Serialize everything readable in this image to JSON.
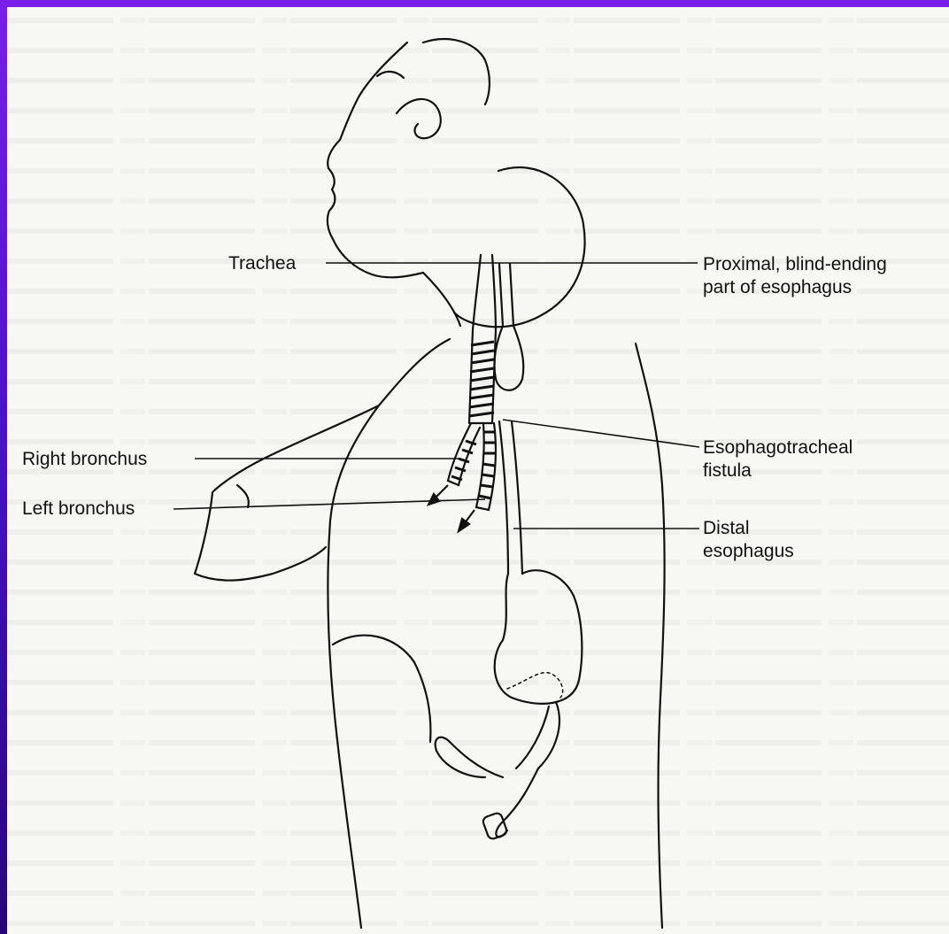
{
  "diagram": {
    "labels": {
      "trachea": "Trachea",
      "right_bronchus": "Right bronchus",
      "left_bronchus": "Left bronchus",
      "proximal_line1": "Proximal, blind-ending",
      "proximal_line2": "part of esophagus",
      "fistula_line1": "Esophagotracheal",
      "fistula_line2": "fistula",
      "distal_line1": "Distal",
      "distal_line2": "esophagus"
    }
  },
  "colors": {
    "frame_top": "#7a1fe8",
    "frame_bottom": "#24087a",
    "paper": "#f7f7f4",
    "ink": "#111111"
  }
}
